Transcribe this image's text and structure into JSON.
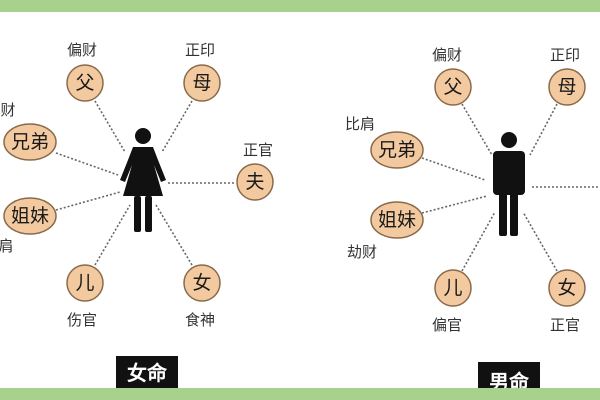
{
  "colors": {
    "frame": "#a9d18e",
    "node_fill": "#f3c9a0",
    "figure": "#111111"
  },
  "female": {
    "title": "女命",
    "nodes": {
      "father": {
        "name": "父",
        "label": "偏财"
      },
      "mother": {
        "name": "母",
        "label": "正印"
      },
      "brothers": {
        "name": "兄弟",
        "label": "财"
      },
      "husband": {
        "name": "夫",
        "label": "正官"
      },
      "sisters": {
        "name": "姐妹",
        "label": "肩"
      },
      "son": {
        "name": "儿",
        "label": "伤官"
      },
      "daughter": {
        "name": "女",
        "label": "食神"
      }
    }
  },
  "male": {
    "title": "男命",
    "nodes": {
      "father": {
        "name": "父",
        "label": "偏财"
      },
      "mother": {
        "name": "母",
        "label": "正印"
      },
      "brothers": {
        "name": "兄弟",
        "label": "比肩"
      },
      "sisters": {
        "name": "姐妹",
        "label": "劫财"
      },
      "son": {
        "name": "儿",
        "label": "偏官"
      },
      "daughter": {
        "name": "女",
        "label": "正官"
      }
    }
  }
}
